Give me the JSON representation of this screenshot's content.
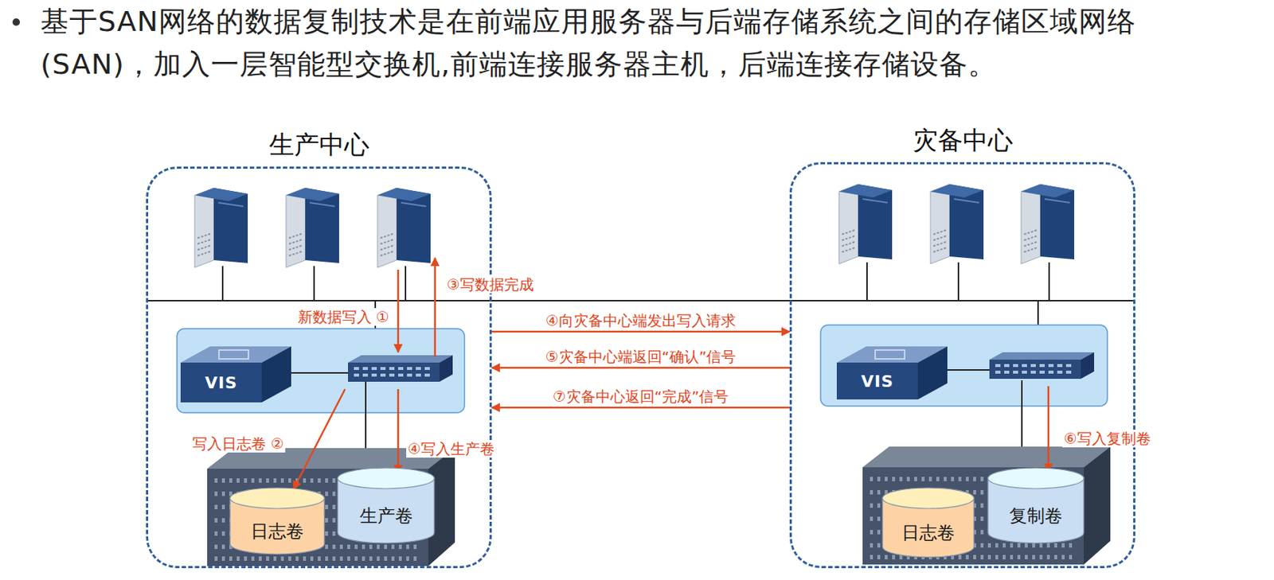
{
  "diagram": {
    "nodes": [
      {
        "text": [
          "生产中心"
        ]
      },
      {
        "text": [
          "VIS"
        ],
        "in": 0
      },
      {
        "text": [
          "日志卷"
        ],
        "in": 0
      },
      {
        "text": [
          "生产卷"
        ],
        "in": 0
      },
      {
        "text": [
          "灾备中心"
        ]
      },
      {
        "text": [
          "VIS"
        ],
        "in": 4
      },
      {
        "text": [
          "日志卷"
        ],
        "in": 4
      },
      {
        "text": [
          "复制卷"
        ],
        "in": 4
      }
    ],
    "edges": [
      {
        "from": 0,
        "to": 4,
        "arrow": "to",
        "label": "④向灾备中心端发出写入请求"
      },
      {
        "from": 4,
        "to": 0,
        "arrow": "to",
        "label": "⑤灾备中心端返回“确认”信号"
      },
      {
        "from": 4,
        "to": 0,
        "arrow": "to",
        "label": "⑦灾备中心返回“完成”信号"
      }
    ],
    "labels": [
      "基于SAN网络的数据复制技术是在前端应用服务器与后端存储系统之间的存储区域网络 (SAN)，加入一层智能型交换机,前端连接服务器主机，后端连接存储设备。",
      "新数据写入 ①",
      "③写数据完成",
      "写入日志卷 ②",
      "④写入生产卷",
      "⑥写入复制卷"
    ]
  }
}
